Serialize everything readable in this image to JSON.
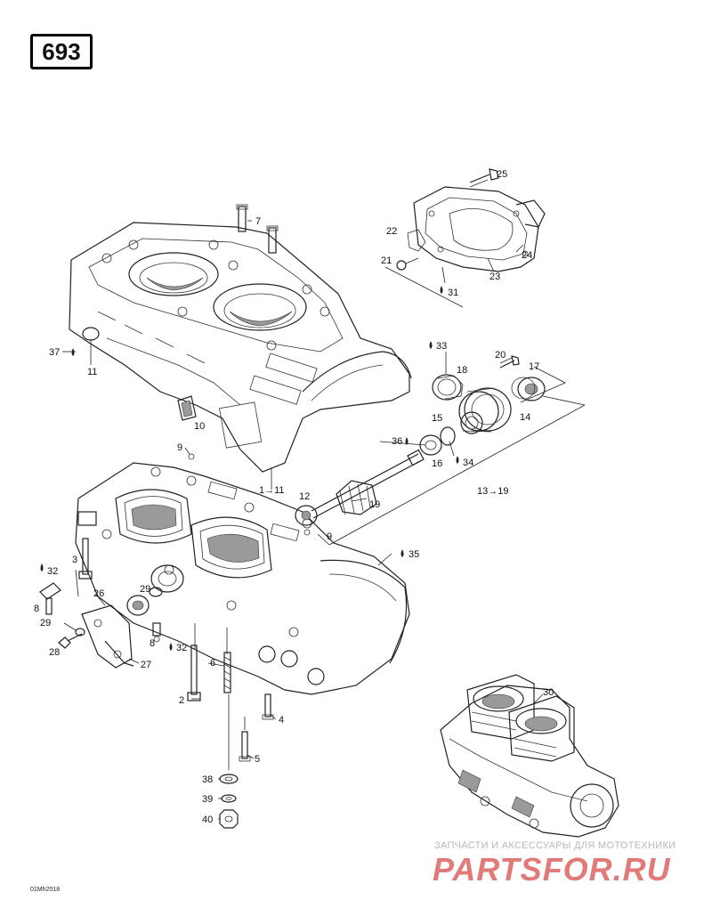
{
  "model_number": "693",
  "footer_code": "01Mh2018",
  "watermark": {
    "top_text": "ЗАПЧАСТИ И АКСЕССУАРЫ ДЛЯ МОТОТЕХНИКИ",
    "brand": "PARTSFOR.RU"
  },
  "callouts": [
    {
      "id": "c25",
      "label": "25"
    },
    {
      "id": "c7",
      "label": "7"
    },
    {
      "id": "c22",
      "label": "22"
    },
    {
      "id": "c21",
      "label": "21"
    },
    {
      "id": "c24",
      "label": "24"
    },
    {
      "id": "c23",
      "label": "23"
    },
    {
      "id": "c31",
      "label": "31"
    },
    {
      "id": "c33",
      "label": "33"
    },
    {
      "id": "c20",
      "label": "20"
    },
    {
      "id": "c18",
      "label": "18"
    },
    {
      "id": "c17",
      "label": "17"
    },
    {
      "id": "c37",
      "label": "37"
    },
    {
      "id": "c11",
      "label": "11"
    },
    {
      "id": "c10",
      "label": "10"
    },
    {
      "id": "c15",
      "label": "15"
    },
    {
      "id": "c14",
      "label": "14"
    },
    {
      "id": "c36",
      "label": "36"
    },
    {
      "id": "c16",
      "label": "16"
    },
    {
      "id": "c34",
      "label": "34"
    },
    {
      "id": "c9a",
      "label": "9"
    },
    {
      "id": "c1to11",
      "label": "1→11"
    },
    {
      "id": "c12",
      "label": "12"
    },
    {
      "id": "c13to19",
      "label": "13→19"
    },
    {
      "id": "c19",
      "label": "19"
    },
    {
      "id": "c9b",
      "label": "9"
    },
    {
      "id": "c3",
      "label": "3"
    },
    {
      "id": "c35",
      "label": "35"
    },
    {
      "id": "c32a",
      "label": "32"
    },
    {
      "id": "c26",
      "label": "26"
    },
    {
      "id": "c29a",
      "label": "29"
    },
    {
      "id": "c8a",
      "label": "8"
    },
    {
      "id": "c29b",
      "label": "29"
    },
    {
      "id": "c28",
      "label": "28"
    },
    {
      "id": "c8b",
      "label": "8"
    },
    {
      "id": "c32b",
      "label": "32"
    },
    {
      "id": "c6",
      "label": "6"
    },
    {
      "id": "c27",
      "label": "27"
    },
    {
      "id": "c2",
      "label": "2"
    },
    {
      "id": "c4",
      "label": "4"
    },
    {
      "id": "c5",
      "label": "5"
    },
    {
      "id": "c30",
      "label": "30"
    },
    {
      "id": "c38",
      "label": "38"
    },
    {
      "id": "c39",
      "label": "39"
    },
    {
      "id": "c40",
      "label": "40"
    }
  ]
}
